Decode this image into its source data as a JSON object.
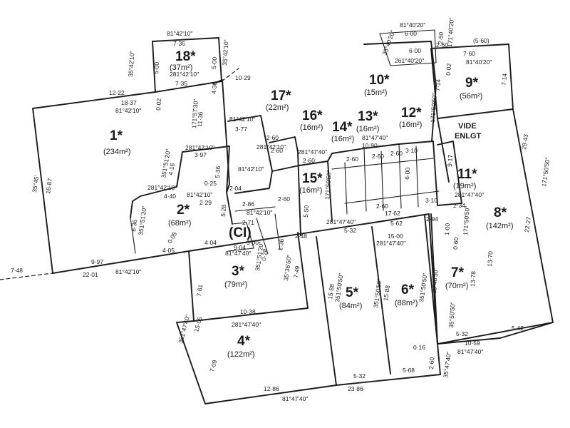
{
  "lots": [
    {
      "id": "1",
      "label": "1*",
      "area": "(234m²)"
    },
    {
      "id": "2",
      "label": "2*",
      "area": "(68m²)"
    },
    {
      "id": "3",
      "label": "3*",
      "area": "(79m²)"
    },
    {
      "id": "4",
      "label": "4*",
      "area": "(122m²)"
    },
    {
      "id": "5",
      "label": "5*",
      "area": "(84m²)"
    },
    {
      "id": "6",
      "label": "6*",
      "area": "(88m²)"
    },
    {
      "id": "7",
      "label": "7*",
      "area": "(70m²)"
    },
    {
      "id": "8",
      "label": "8*",
      "area": "(142m²)"
    },
    {
      "id": "9",
      "label": "9*",
      "area": "(56m²)"
    },
    {
      "id": "10",
      "label": "10*",
      "area": "(15m²)"
    },
    {
      "id": "11",
      "label": "11*",
      "area": "(19m²)"
    },
    {
      "id": "12",
      "label": "12*",
      "area": "(16m²)"
    },
    {
      "id": "13",
      "label": "13*",
      "area": "(16m²)"
    },
    {
      "id": "14",
      "label": "14*",
      "area": "(16m²)"
    },
    {
      "id": "15",
      "label": "15*",
      "area": "(16m²)"
    },
    {
      "id": "16",
      "label": "16*",
      "area": "(16m²)"
    },
    {
      "id": "17",
      "label": "17*",
      "area": "(22m²)"
    },
    {
      "id": "18",
      "label": "18*",
      "area": "(37m²)"
    }
  ],
  "common": "(CI)",
  "vide": [
    "VIDE",
    "ENLGT"
  ],
  "dims": [
    "81°42'10\"",
    "7·35",
    "35°42'10\"",
    "5·00",
    "5·00",
    "281°42'10\"",
    "7·35",
    "35°42'10\"",
    "10·29",
    "12·22",
    "18·37",
    "81°42'10\"",
    "0·02",
    "35°45'",
    "16·87",
    "7·48",
    "9·97",
    "22·01",
    "81°42'10\"",
    "4·36",
    "11·36",
    "171°57'30\"",
    "3·77",
    "81°42'10\"",
    "3·97",
    "281°42'10\"",
    "4·16",
    "351°51'20\"",
    "5·36",
    "0·25",
    "4·40",
    "281°42'10\"",
    "81°42'10\"",
    "2·29",
    "5·28",
    "2·04",
    "6·36",
    "351°51'20\"",
    "0·05",
    "4·05",
    "4·04",
    "2·86",
    "81°42'10\"",
    "2·71",
    "5·00",
    "9·04",
    "81°47'40\"",
    "0·28",
    "351°51'20\"",
    "1·36",
    "2·48",
    "7·49",
    "35°36'50\"",
    "7·61",
    "10·38",
    "281°47'40\"",
    "351°47'40\"",
    "15·05",
    "7·09",
    "12·86",
    "81°47'40\"",
    "23·86",
    "5·32",
    "5·68",
    "2·60",
    "281°42'10\"",
    "81°42'10\"",
    "2·60",
    "2·60",
    "2·60",
    "281°47'40\"",
    "5·50",
    "171°50'50\"",
    "2·60",
    "2·60",
    "2·60",
    "81°47'40\"",
    "10·90",
    "3·10",
    "6·00",
    "5·32",
    "281°47'40\"",
    "17·62",
    "5·62",
    "2·60",
    "15·00",
    "281°47'40\"",
    "351°50'50\"",
    "15·88",
    "351°50'50\"",
    "15·88",
    "351°50'50\"",
    "81°40'20\"",
    "6·00",
    "2·50",
    "171°40'20\"",
    "2·60",
    "6·00",
    "35°40'20\"",
    "261°40'20\"",
    "0·02",
    "(5·60)",
    "7·60",
    "81°40'20\"",
    "7·14",
    "7·14",
    "171°50'50\"",
    "9·17",
    "3·10",
    "281°47'40\"",
    "2·34",
    "2·94",
    "1·00",
    "171°50'50\"",
    "0·60",
    "13·70",
    "35°40'50\"",
    "13·78",
    "35°50'50\"",
    "29·43",
    "171°50'50\"",
    "22·27",
    "5·32",
    "5·42",
    "10·59",
    "81°47'40\"",
    "0·16",
    "2·60",
    "35°47'40\""
  ]
}
